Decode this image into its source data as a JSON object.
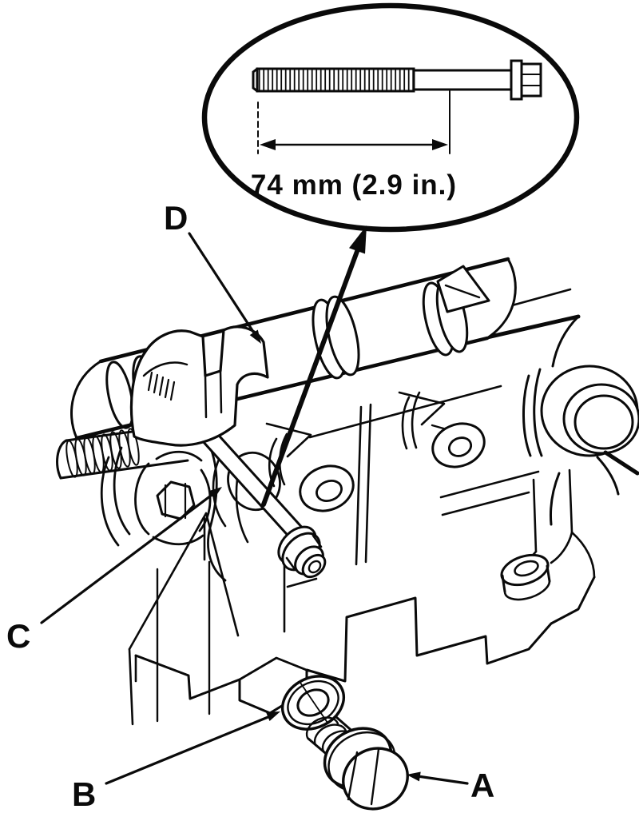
{
  "colors": {
    "ink": "#0a0a0a",
    "paper": "#ffffff"
  },
  "callout": {
    "dimension_text": "74 mm (2.9 in.)"
  },
  "part_labels": {
    "a": "A",
    "b": "B",
    "c": "C",
    "d": "D"
  }
}
